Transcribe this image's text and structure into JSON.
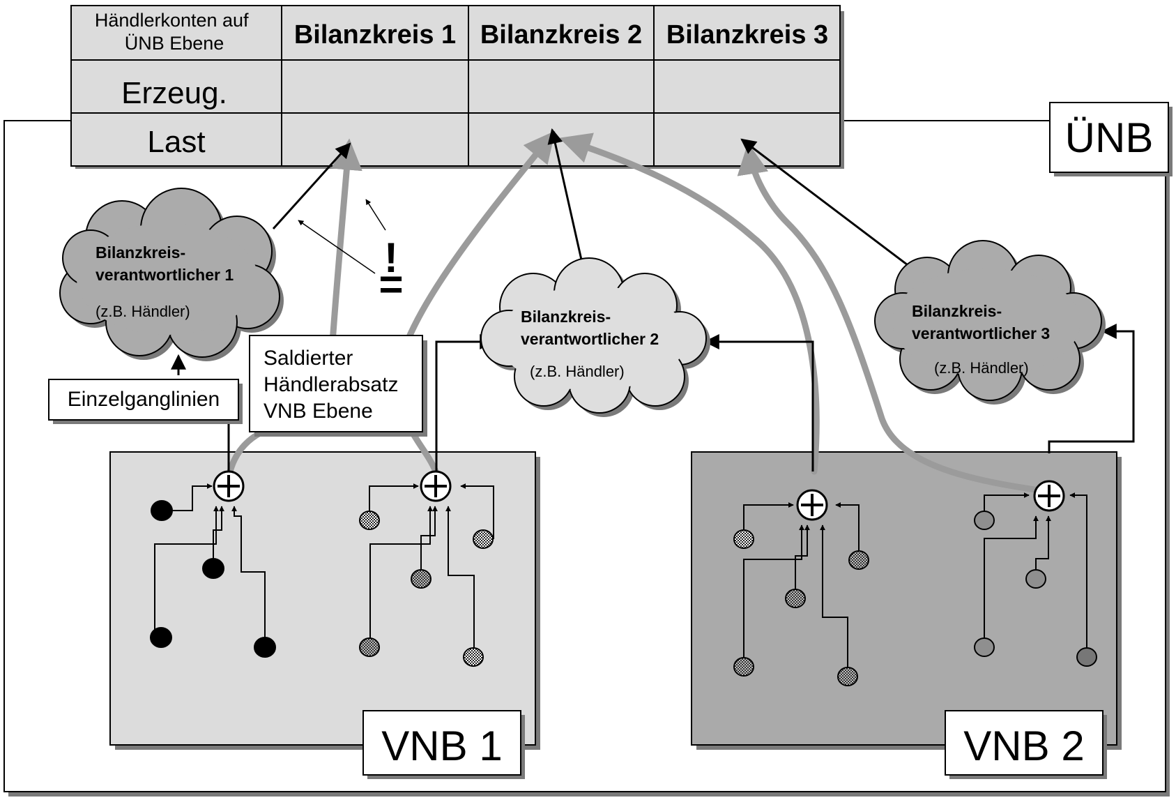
{
  "table": {
    "header_cell": "Händlerkonten auf ÜNB Ebene",
    "header_lines": [
      "Händlerkonten auf",
      "ÜNB Ebene"
    ],
    "columns": [
      "Bilanzkreis 1",
      "Bilanzkreis 2",
      "Bilanzkreis 3"
    ],
    "rows": [
      "Erzeug.",
      "Last"
    ]
  },
  "uenb_label": "ÜNB",
  "clouds": [
    {
      "lines": [
        "Bilanzkreis-",
        "verantwortlicher 1"
      ],
      "sub": "(z.B. Händler)",
      "fill": "#ababab"
    },
    {
      "lines": [
        "Bilanzkreis-",
        "verantwortlicher 2"
      ],
      "sub": "(z.B. Händler)",
      "fill": "#dedede"
    },
    {
      "lines": [
        "Bilanzkreis-",
        "verantwortlicher 3"
      ],
      "sub": "(z.B. Händler)",
      "fill": "#ababab"
    }
  ],
  "einzelganglinien_label": "Einzelganglinien",
  "saldierter": {
    "text": "Saldierter Händlerabsatz VNB Ebene",
    "lines": [
      "Saldierter",
      "Händlerabsatz",
      "VNB Ebene"
    ]
  },
  "equal_sign": "!\n=",
  "equal_sign_parts": [
    "!",
    "="
  ],
  "vnb": [
    {
      "label": "VNB 1",
      "fill": "#dcdcdc"
    },
    {
      "label": "VNB 2",
      "fill": "#aaaaaa"
    }
  ],
  "colors": {
    "table_fill": "#dcdcdc",
    "aggregate_arrow": "#9b9b9b",
    "shadow": "#7a7a7a"
  }
}
